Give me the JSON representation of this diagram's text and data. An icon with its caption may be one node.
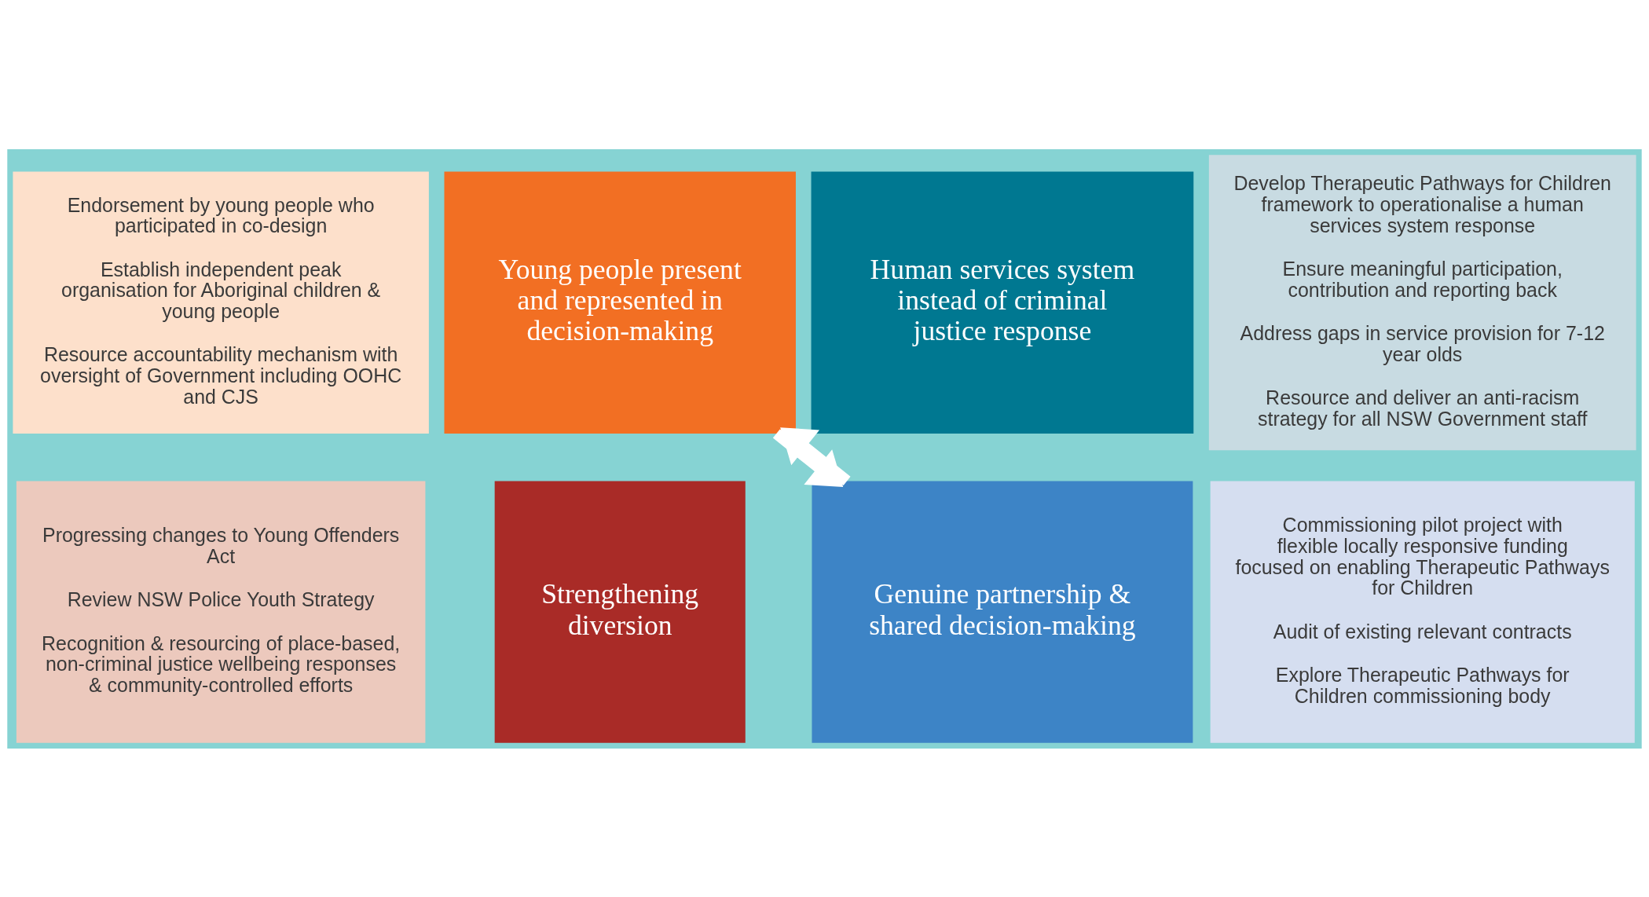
{
  "diagram": {
    "nodes": [
      {
        "text": [
          "Endorsement by young people who participated in co-design",
          "Establish independent peak organisation for Aboriginal children & young people",
          "Resource accountability mechanism with oversight of Government including OOHC and CJS"
        ]
      },
      {
        "text": [
          "Young people present and represented in decision-making"
        ]
      },
      {
        "text": [
          "Human services system instead of criminal justice response"
        ]
      },
      {
        "text": [
          "Develop Therapeutic Pathways for Children framework to operationalise a human services system response",
          "Ensure meaningful participation, contribution and reporting back",
          "Address gaps in service provision for 7-12 year olds",
          "Resource and deliver an anti-racism strategy for all NSW Government staff"
        ]
      },
      {
        "text": [
          "Progressing changes to Young Offenders Act",
          "Review NSW Police Youth Strategy",
          "Recognition & resourcing of place-based, non-criminal justice wellbeing responses & community-controlled efforts"
        ]
      },
      {
        "text": [
          "Strengthening diversion"
        ]
      },
      {
        "text": [
          "Genuine partnership & shared decision-making"
        ]
      },
      {
        "text": [
          "Commissioning pilot project with flexible locally responsive funding focused on enabling Therapeutic Pathways for Children",
          "Audit of existing relevant contracts",
          "Explore Therapeutic Pathways for Children commissioning body"
        ]
      }
    ],
    "edges": [
      {
        "from": 1,
        "to": 6,
        "arrow": "to"
      },
      {
        "from": 6,
        "to": 1,
        "arrow": "to"
      }
    ]
  }
}
